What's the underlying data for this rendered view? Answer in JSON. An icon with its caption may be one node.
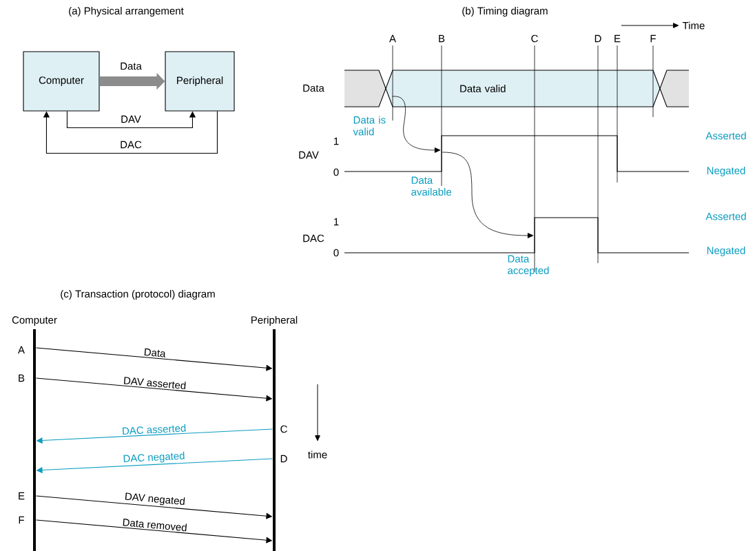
{
  "diagram": {
    "nodes": [
      {
        "text": [
          "Computer"
        ]
      },
      {
        "text": [
          "Peripheral"
        ]
      },
      {
        "text": [
          "Data valid"
        ]
      },
      {
        "text": [
          "Computer"
        ],
        "beside": [
          "A",
          "B",
          "E",
          "F"
        ]
      },
      {
        "text": [
          "Peripheral"
        ],
        "beside": [
          "C",
          "D"
        ]
      },
      {
        "text": [],
        "shape": "line"
      },
      {
        "text": [],
        "shape": "line"
      }
    ],
    "edges": [
      {
        "from": 0,
        "to": 1,
        "arrow": "to",
        "label": "Data",
        "style": "thick",
        "color": "#8c8c8c"
      },
      {
        "from": 0,
        "to": 1,
        "arrow": "to",
        "label": "DAV"
      },
      {
        "from": 1,
        "to": 0,
        "arrow": "to",
        "label": "DAC"
      },
      {
        "from": 3,
        "to": 4,
        "arrow": "to",
        "label": "Data"
      },
      {
        "from": 3,
        "to": 4,
        "arrow": "to",
        "label": "DAV asserted"
      },
      {
        "from": 4,
        "to": 3,
        "arrow": "to",
        "label": "DAC asserted",
        "color": "#0a9cc0"
      },
      {
        "from": 4,
        "to": 3,
        "arrow": "to",
        "label": "DAC negated",
        "color": "#0a9cc0"
      },
      {
        "from": 3,
        "to": 4,
        "arrow": "to",
        "label": "DAV negated"
      },
      {
        "from": 3,
        "to": 4,
        "arrow": "to",
        "label": "Data removed"
      },
      {
        "from": 2,
        "to": 5,
        "arrow": "to"
      },
      {
        "from": 5,
        "to": 6,
        "arrow": "to"
      }
    ],
    "labels": [
      "(a) Physical arrangement",
      "(b) Timing diagram",
      "Time",
      "A",
      "B",
      "C",
      "D",
      "E",
      "F",
      "Data",
      "Data is valid",
      "1",
      "DAV",
      "0",
      "Data available",
      "1",
      "DAC",
      "0",
      "Data accepted",
      "Asserted",
      "Negated",
      "Asserted",
      "Negated",
      "(c) Transaction (protocol) diagram",
      "time"
    ]
  }
}
